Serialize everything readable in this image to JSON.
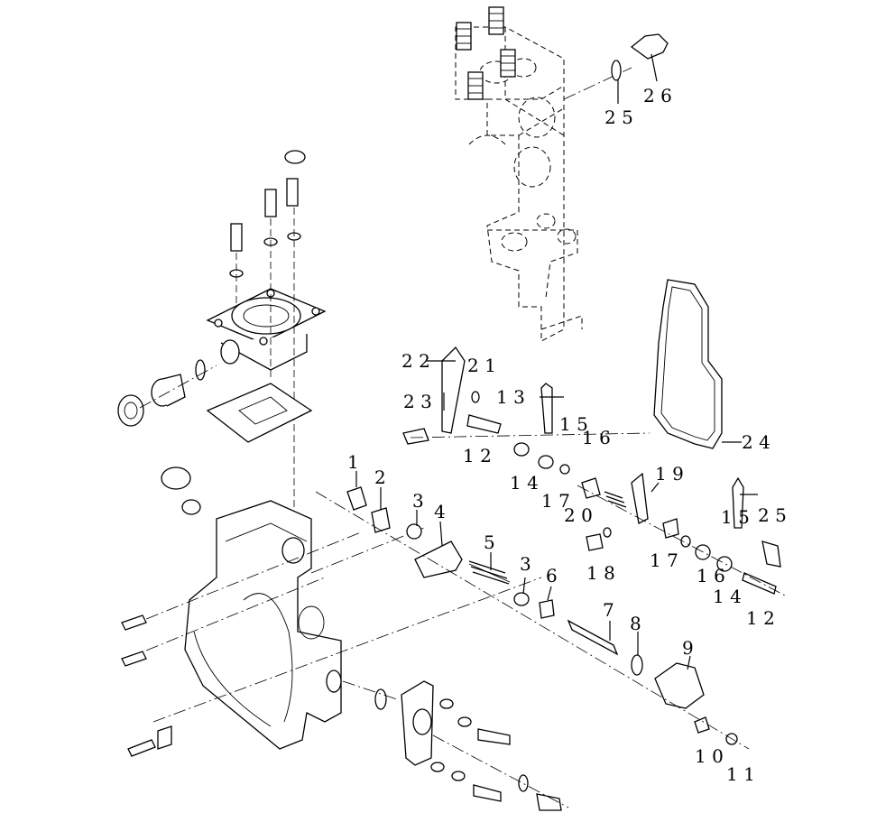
{
  "callouts": [
    {
      "id": "c25a",
      "text": "2 5"
    },
    {
      "id": "c26",
      "text": "2 6"
    },
    {
      "id": "c22",
      "text": "2 2"
    },
    {
      "id": "c21a",
      "text": "2 1"
    },
    {
      "id": "c23",
      "text": "2 3"
    },
    {
      "id": "c13",
      "text": "1 3"
    },
    {
      "id": "c15",
      "text": "1 5"
    },
    {
      "id": "c16",
      "text": "1 6"
    },
    {
      "id": "c12a",
      "text": "1 2"
    },
    {
      "id": "c14a",
      "text": "1 4"
    },
    {
      "id": "c24",
      "text": "2 4"
    },
    {
      "id": "c1",
      "text": "1"
    },
    {
      "id": "c2",
      "text": "2"
    },
    {
      "id": "c3a",
      "text": "3"
    },
    {
      "id": "c4",
      "text": "4"
    },
    {
      "id": "c5",
      "text": "5"
    },
    {
      "id": "c3b",
      "text": "3"
    },
    {
      "id": "c6",
      "text": "6"
    },
    {
      "id": "c7",
      "text": "7"
    },
    {
      "id": "c8",
      "text": "8"
    },
    {
      "id": "c9",
      "text": "9"
    },
    {
      "id": "c19",
      "text": "1 9"
    },
    {
      "id": "c20",
      "text": "2 0"
    },
    {
      "id": "c17a",
      "text": "1 7"
    },
    {
      "id": "c18",
      "text": "1 8"
    },
    {
      "id": "c17b",
      "text": "1 7"
    },
    {
      "id": "c16b",
      "text": "1 6"
    },
    {
      "id": "c15b",
      "text": "1 5"
    },
    {
      "id": "c25b",
      "text": "2 5"
    },
    {
      "id": "c14b",
      "text": "1 4"
    },
    {
      "id": "c12b",
      "text": "1 2"
    },
    {
      "id": "c10",
      "text": "1 0"
    },
    {
      "id": "c11",
      "text": "1 1"
    }
  ]
}
